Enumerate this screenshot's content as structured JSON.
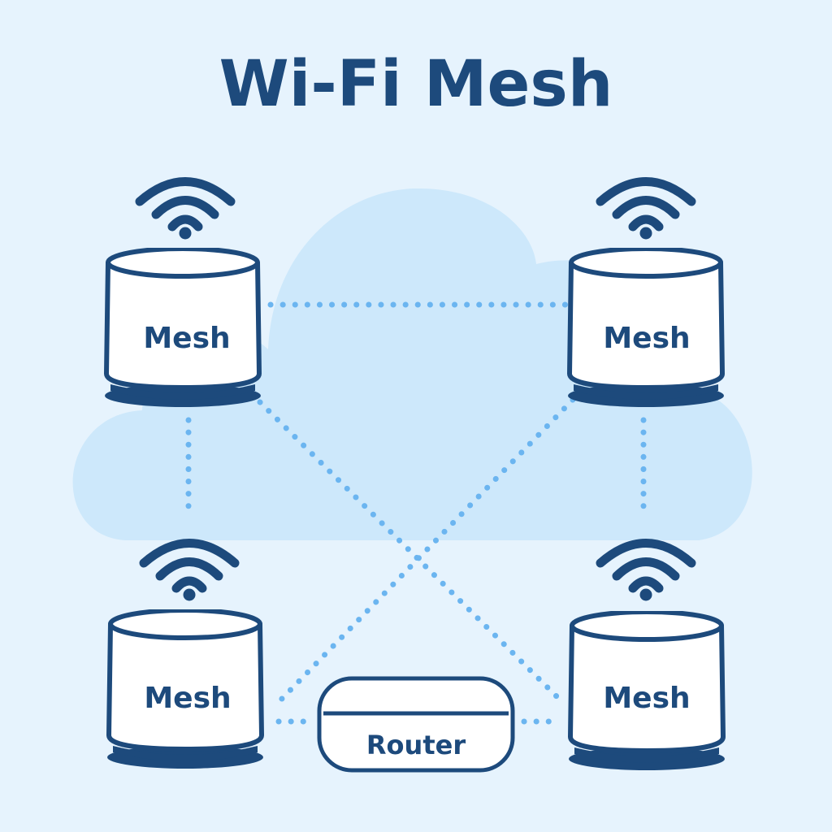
{
  "title": "Wi-Fi Mesh",
  "colors": {
    "background": "#e6f3fd",
    "cloud": "#cde8fb",
    "outline": "#1d4a7c",
    "link": "#6bb5f0",
    "device_fill": "#ffffff"
  },
  "nodes": {
    "mesh_top_left": {
      "label": "Mesh",
      "type": "mesh-unit"
    },
    "mesh_top_right": {
      "label": "Mesh",
      "type": "mesh-unit"
    },
    "mesh_bottom_left": {
      "label": "Mesh",
      "type": "mesh-unit"
    },
    "mesh_bottom_right": {
      "label": "Mesh",
      "type": "mesh-unit"
    },
    "router": {
      "label": "Router",
      "type": "router"
    }
  },
  "links": [
    {
      "from": "mesh_top_left",
      "to": "mesh_top_right",
      "style": "dotted"
    },
    {
      "from": "mesh_top_left",
      "to": "mesh_bottom_left",
      "style": "dotted"
    },
    {
      "from": "mesh_top_right",
      "to": "mesh_bottom_right",
      "style": "dotted"
    },
    {
      "from": "mesh_top_left",
      "to": "mesh_bottom_right",
      "style": "dotted"
    },
    {
      "from": "mesh_top_right",
      "to": "mesh_bottom_left",
      "style": "dotted"
    },
    {
      "from": "mesh_bottom_left",
      "to": "router",
      "style": "dotted"
    },
    {
      "from": "router",
      "to": "mesh_bottom_right",
      "style": "dotted"
    }
  ],
  "icons": {
    "signal": "wifi-signal-icon",
    "background": "cloud-icon"
  }
}
